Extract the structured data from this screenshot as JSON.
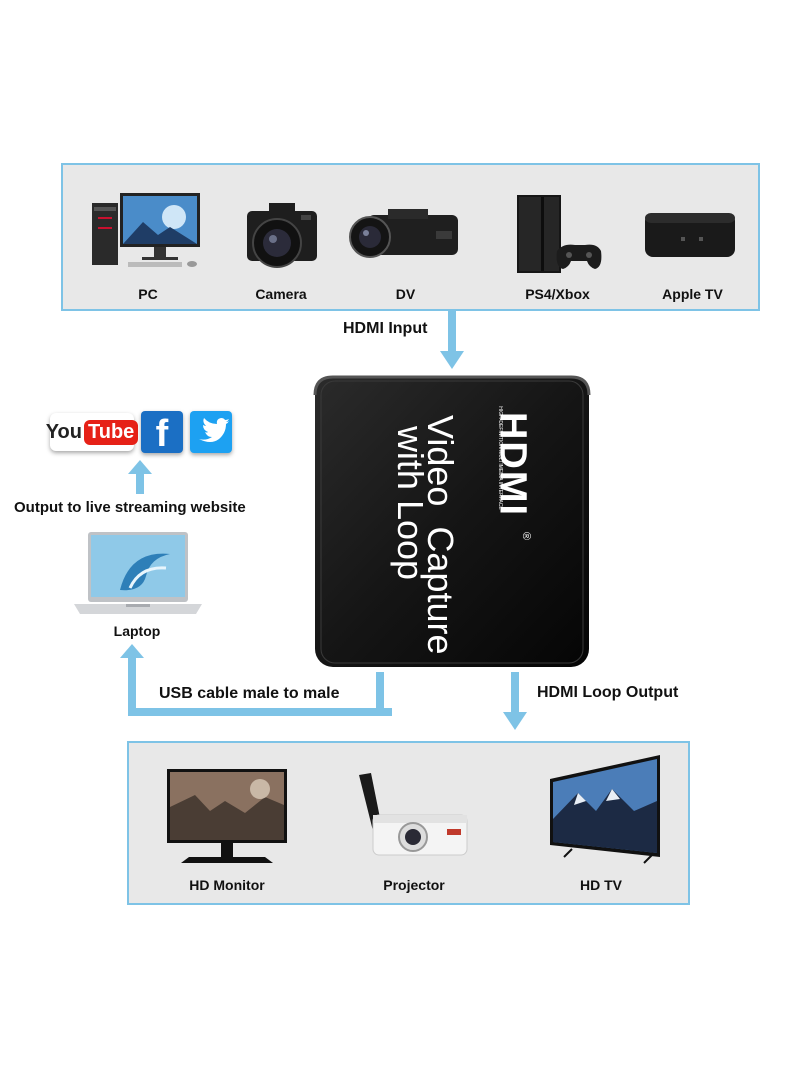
{
  "sources": {
    "items": [
      {
        "label": "PC",
        "icon": "pc-icon"
      },
      {
        "label": "Camera",
        "icon": "camera-icon"
      },
      {
        "label": "DV",
        "icon": "camcorder-icon"
      },
      {
        "label": "PS4/Xbox",
        "icon": "game-console-icon"
      },
      {
        "label": "Apple TV",
        "icon": "apple-tv-icon"
      }
    ]
  },
  "connections": {
    "hdmi_input": "HDMI Input",
    "usb_cable": "USB cable male to male",
    "hdmi_loop_output": "HDMI Loop Output",
    "output_streaming": "Output to live streaming website"
  },
  "device": {
    "brand": "HDMI",
    "brand_sub": "HIGH-DEFINITION MULTIMEDIA INTERFACE",
    "line1": "Video  Capture",
    "line2": "with Loop",
    "registered": "®"
  },
  "laptop": {
    "label": "Laptop"
  },
  "streaming": {
    "youtube_you": "You",
    "youtube_tube": "Tube",
    "facebook": "f"
  },
  "outputs": {
    "items": [
      {
        "label": "HD Monitor",
        "icon": "monitor-icon"
      },
      {
        "label": "Projector",
        "icon": "projector-icon"
      },
      {
        "label": "HD TV",
        "icon": "tv-icon"
      }
    ]
  },
  "colors": {
    "accent": "#7ec3e6",
    "panel": "#e8e8e8",
    "device": "#1a1a1a",
    "youtube_red": "#e62117",
    "facebook": "#1b6fc4",
    "twitter": "#1da1f2"
  }
}
